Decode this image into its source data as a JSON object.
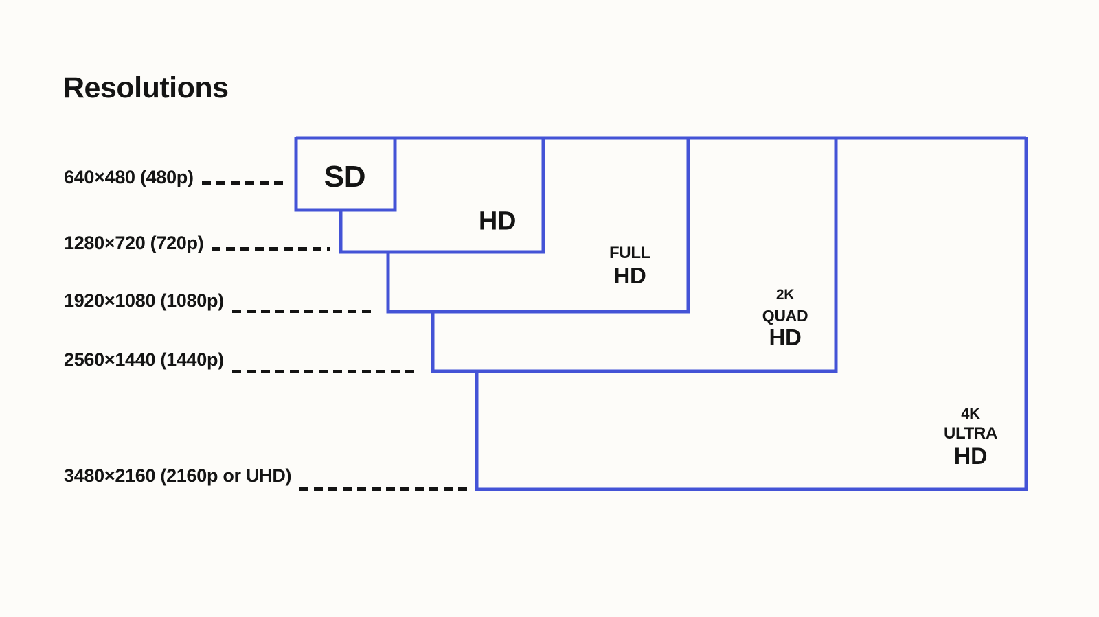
{
  "title": "Resolutions",
  "colors": {
    "accent": "#4453d6",
    "ink": "#141414",
    "background": "#fdfcf9"
  },
  "rows": [
    {
      "label": "640×480 (480p)"
    },
    {
      "label": "1280×720 (720p)"
    },
    {
      "label": "1920×1080 (1080p)"
    },
    {
      "label": "2560×1440 (1440p)"
    },
    {
      "label": "3480×2160 (2160p or UHD)"
    }
  ],
  "boxes": [
    {
      "name": "SD",
      "lines": [
        "SD"
      ]
    },
    {
      "name": "HD",
      "lines": [
        "HD"
      ]
    },
    {
      "name": "Full HD",
      "lines": [
        "FULL",
        "HD"
      ]
    },
    {
      "name": "2K Quad HD",
      "lines": [
        "2K",
        "QUAD",
        "HD"
      ]
    },
    {
      "name": "4K Ultra HD",
      "lines": [
        "4K",
        "ULTRA",
        "HD"
      ]
    }
  ]
}
